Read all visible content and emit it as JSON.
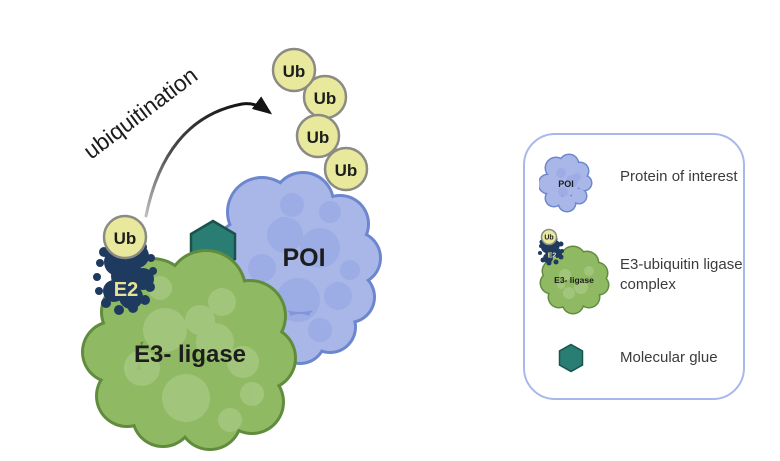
{
  "diagram": {
    "process_label": "ubiquitination",
    "ub_label": "Ub",
    "e2_label": "E2",
    "e3_label": "E3- ligase",
    "poi_label": "POI",
    "ub_chain_count": 4
  },
  "legend": {
    "items": [
      {
        "icon": "poi-blob-icon",
        "icon_text": "POI",
        "label": "Protein of interest"
      },
      {
        "icon": "e3-complex-icon",
        "icon_text_ub": "Ub",
        "icon_text_e2": "E2",
        "icon_text_e3": "E3- ligase",
        "label": "E3-ubiquitin ligase complex"
      },
      {
        "icon": "molecular-glue-icon",
        "label": "Molecular glue"
      }
    ]
  },
  "colors": {
    "background": "#ffffff",
    "ub_fill": "#e8e99c",
    "ub_stroke": "#8b8b83",
    "ub_text": "#1d1d1d",
    "e2_fill": "#1e3a5f",
    "e2_text": "#e9e193",
    "e3_fill": "#8fb962",
    "e3_stroke": "#618c3d",
    "e3_bump": "#a7c983",
    "e3_text": "#1d1d1d",
    "poi_fill": "#a9b6e8",
    "poi_stroke": "#6d87ce",
    "poi_bump": "#93a4e1",
    "poi_text": "#1d1d1d",
    "glue_fill": "#2a7d73",
    "glue_stroke": "#1a534c",
    "arrow": "#141414",
    "process_text": "#1c1c1c",
    "legend_border": "#a9b8ea",
    "legend_text": "#3b3b3b"
  }
}
